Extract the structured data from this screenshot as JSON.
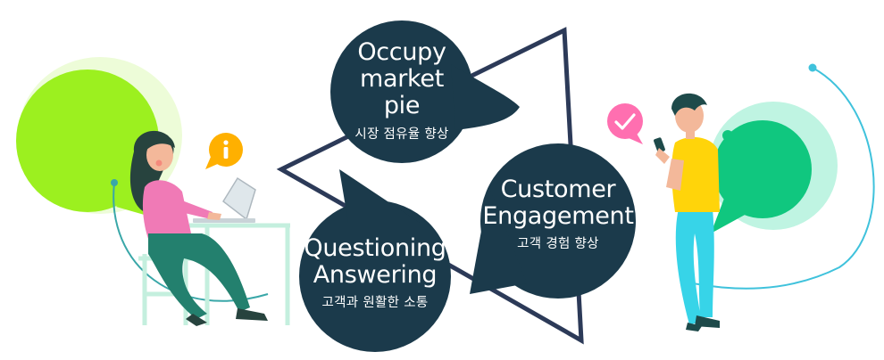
{
  "colors": {
    "bubble": "#1b3a4b",
    "triangle": "#2c3a58",
    "left_circle": "#9cf01f",
    "left_ring": "#e9ffcf",
    "right_circle": "#10c77f",
    "right_ring": "#bff4e2",
    "accent_line": "#3fc2dc",
    "info_badge": "#ffb000",
    "check_badge": "#ff6fb0"
  },
  "icons": [
    "info-icon",
    "check-icon"
  ],
  "bubbles": {
    "occupy": {
      "title_line1": "Occupy",
      "title_line2": "market pie",
      "subtitle": "시장 점유율 향상"
    },
    "customer": {
      "title_line1": "Customer",
      "title_line2": "Engagement",
      "subtitle": "고객 경험 향상"
    },
    "questioning": {
      "title_line1": "Questioning",
      "title_line2": "Answering",
      "subtitle": "고객과 원활한 소통"
    }
  }
}
